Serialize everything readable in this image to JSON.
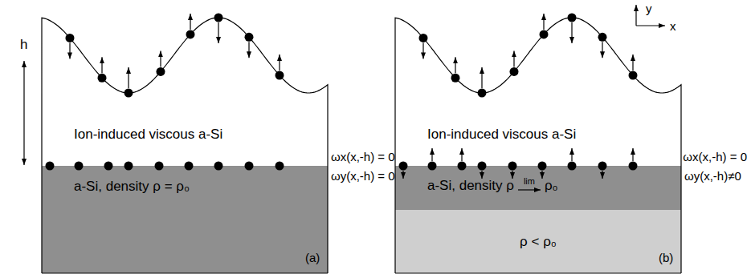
{
  "diagram": {
    "nodes": [
      {
        "text": [
          "a-Si, density ρ = ρ₀"
        ]
      },
      {
        "text": [
          "a-Si, density ρ",
          "ρ₀"
        ]
      },
      {
        "text": [
          "ρ < ρ₀"
        ]
      }
    ],
    "labels": [
      "h",
      "Ion-induced viscous a-Si",
      "ωx(x,-h) = 0",
      "ωy(x,-h) = 0",
      "(a)",
      "y",
      "x",
      "Ion-induced viscous a-Si",
      "ωx(x,-h) = 0",
      "ωy(x,-h)≠0",
      "(b)",
      "lim"
    ]
  }
}
